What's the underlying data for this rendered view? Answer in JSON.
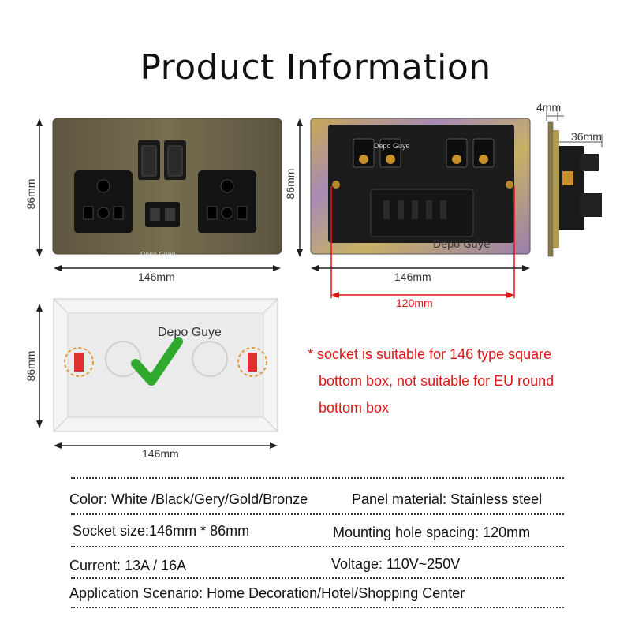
{
  "header": {
    "title": "Product Information"
  },
  "front_panel": {
    "brand": "Depo Guye",
    "width_label": "146mm",
    "height_label": "86mm",
    "color": "#6b6346"
  },
  "back_panel": {
    "brand": "Depo Guye",
    "width_label": "146mm",
    "height_label": "86mm",
    "hole_spacing_label": "120mm"
  },
  "side_view": {
    "thickness_label": "4mm",
    "depth_label": "36mm"
  },
  "bottom_box": {
    "brand": "Depo Guye",
    "width_label": "146mm",
    "height_label": "86mm"
  },
  "note": {
    "lines": [
      "* socket is suitable for 146 type square",
      "bottom box, not suitable for EU round",
      "bottom box"
    ]
  },
  "specs": {
    "color": "Color: White /Black/Gery/Gold/Bronze",
    "panel_material": "Panel material: Stainless steel",
    "socket_size": "Socket size:146mm * 86mm",
    "mounting_hole": "Mounting hole spacing: 120mm",
    "current": "Current: 13A / 16A",
    "voltage": "Voltage: 110V~250V",
    "application": "Application Scenario: Home Decoration/Hotel/Shopping Center"
  },
  "colors": {
    "accent_red": "#e01515",
    "bronze": "#6b6346"
  }
}
